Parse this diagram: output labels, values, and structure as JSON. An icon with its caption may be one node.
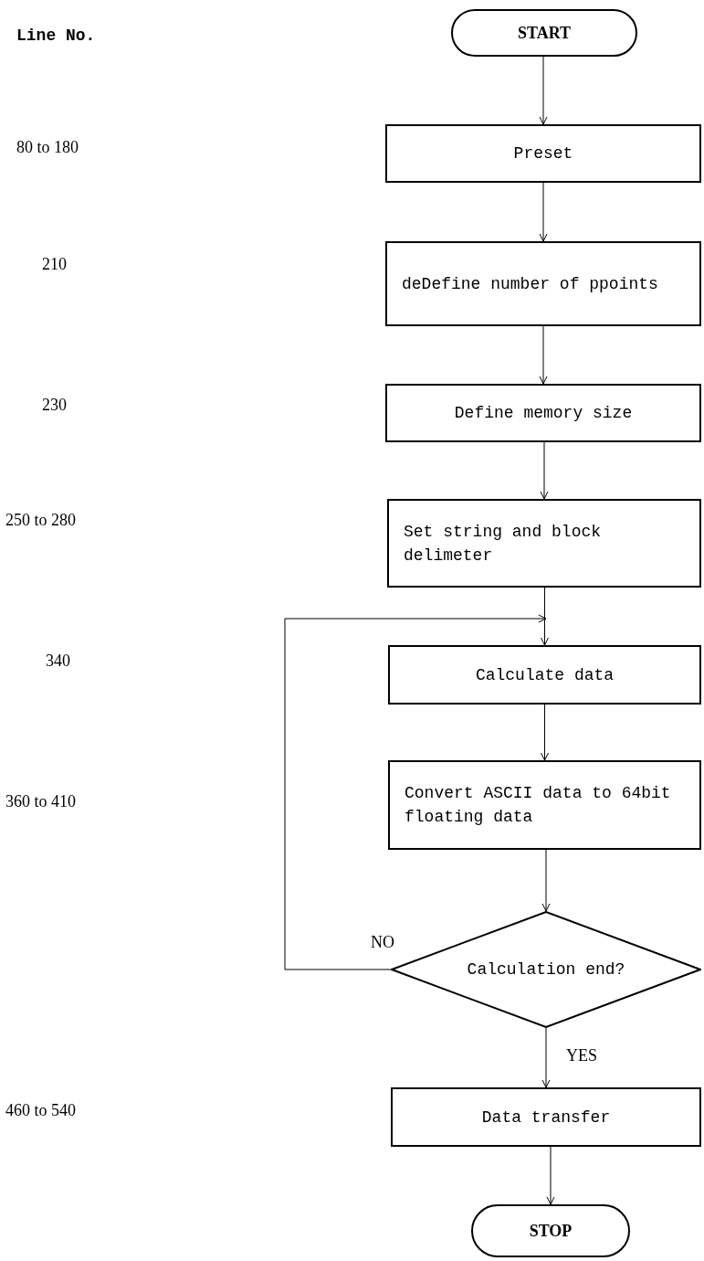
{
  "diagram": {
    "nodes": [
      {
        "text": [
          "START"
        ]
      },
      {
        "text": [
          "Preset"
        ]
      },
      {
        "text": [
          "deDefine number of ppoints"
        ]
      },
      {
        "text": [
          "Define memory size"
        ]
      },
      {
        "text": [
          "Set string and block delimeter"
        ]
      },
      {
        "text": [
          "Calculate data"
        ]
      },
      {
        "text": [
          "Convert ASCII data to 64bit floating data"
        ]
      },
      {
        "text": [
          "Calculation end?"
        ]
      },
      {
        "text": [
          "Data transfer"
        ]
      },
      {
        "text": [
          "STOP"
        ]
      }
    ],
    "edges": [
      {
        "from": 0,
        "to": 1,
        "arrow": "to"
      },
      {
        "from": 1,
        "to": 2,
        "arrow": "to"
      },
      {
        "from": 2,
        "to": 3,
        "arrow": "to"
      },
      {
        "from": 3,
        "to": 4,
        "arrow": "to"
      },
      {
        "from": 4,
        "to": 5,
        "arrow": "to"
      },
      {
        "from": 5,
        "to": 6,
        "arrow": "to"
      },
      {
        "from": 6,
        "to": 7,
        "arrow": "to"
      },
      {
        "from": 7,
        "to": 5,
        "arrow": "to",
        "label": "NO"
      },
      {
        "from": 7,
        "to": 8,
        "arrow": "to",
        "label": "YES"
      },
      {
        "from": 8,
        "to": 9,
        "arrow": "to"
      }
    ],
    "labels": [
      "Line No.",
      "80 to 180",
      "210",
      "230",
      "250 to 280",
      "340",
      "360 to 410",
      "460 to 540"
    ]
  }
}
